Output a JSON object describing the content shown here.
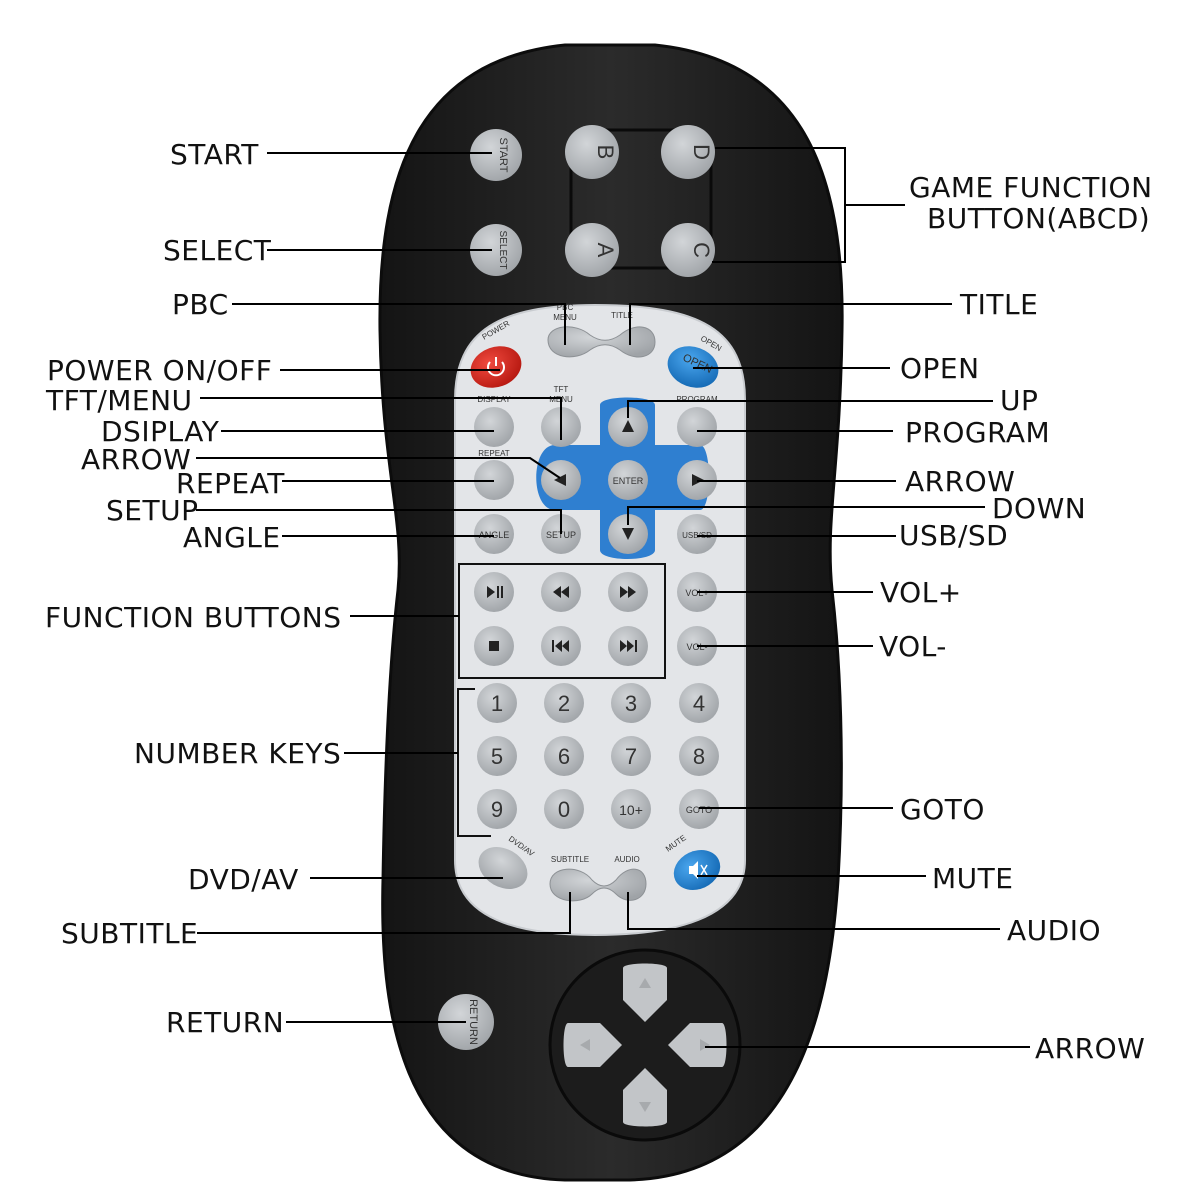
{
  "callouts": {
    "start": "START",
    "select": "SELECT",
    "game_function_line1": "GAME FUNCTION",
    "game_function_line2": "BUTTON(ABCD)",
    "pbc": "PBC",
    "title": "TITLE",
    "power": "POWER ON/OFF",
    "open": "OPEN",
    "tft_menu": "TFT/MENU",
    "up": "UP",
    "display": "DSIPLAY",
    "program": "PROGRAM",
    "arrow_left": "ARROW",
    "repeat": "REPEAT",
    "arrow_right": "ARROW",
    "setup": "SETUP",
    "down": "DOWN",
    "angle": "ANGLE",
    "usb_sd": "USB/SD",
    "vol_plus": "VOL+",
    "function_buttons": "FUNCTION BUTTONS",
    "vol_minus": "VOL-",
    "number_keys": "NUMBER KEYS",
    "goto": "GOTO",
    "dvd_av": "DVD/AV",
    "mute": "MUTE",
    "subtitle": "SUBTITLE",
    "audio": "AUDIO",
    "return": "RETURN",
    "arrow_bottom": "ARROW"
  },
  "remote": {
    "start": "START",
    "select": "SELECT",
    "game_a": "A",
    "game_b": "B",
    "game_c": "C",
    "game_d": "D",
    "pbc_menu_line1": "PBC",
    "pbc_menu_line2": "MENU",
    "title": "TITLE",
    "power": "POWER",
    "open_small": "OPEN",
    "open": "OPEN",
    "display": "DISPLAY",
    "tft_line1": "TFT",
    "tft_line2": "MENU",
    "program": "PROGRAM",
    "repeat": "REPEAT",
    "enter": "ENTER",
    "angle": "ANGLE",
    "setup": "SETUP",
    "usb_sd": "USB/SD",
    "vol_plus": "VOL+",
    "vol_minus": "VOL-",
    "num_1": "1",
    "num_2": "2",
    "num_3": "3",
    "num_4": "4",
    "num_5": "5",
    "num_6": "6",
    "num_7": "7",
    "num_8": "8",
    "num_9": "9",
    "num_0": "0",
    "num_10plus": "10+",
    "goto": "GOTO",
    "dvd_av": "DVD/AV",
    "subtitle": "SUBTITLE",
    "audio": "AUDIO",
    "mute": "MUTE",
    "return": "RETURN"
  },
  "colors": {
    "body": "#222222",
    "panel": "#e4e6ea",
    "button_gray": "#b8bcbf",
    "power_red": "#d8261f",
    "accent_blue": "#1e88d8",
    "dpad_blue": "#2f7fd0"
  },
  "icons": [
    "power-icon",
    "play-pause-icon",
    "rewind-icon",
    "fast-forward-icon",
    "stop-icon",
    "previous-icon",
    "next-icon",
    "mute-speaker-icon",
    "arrow-up-icon",
    "arrow-down-icon",
    "arrow-left-icon",
    "arrow-right-icon"
  ]
}
